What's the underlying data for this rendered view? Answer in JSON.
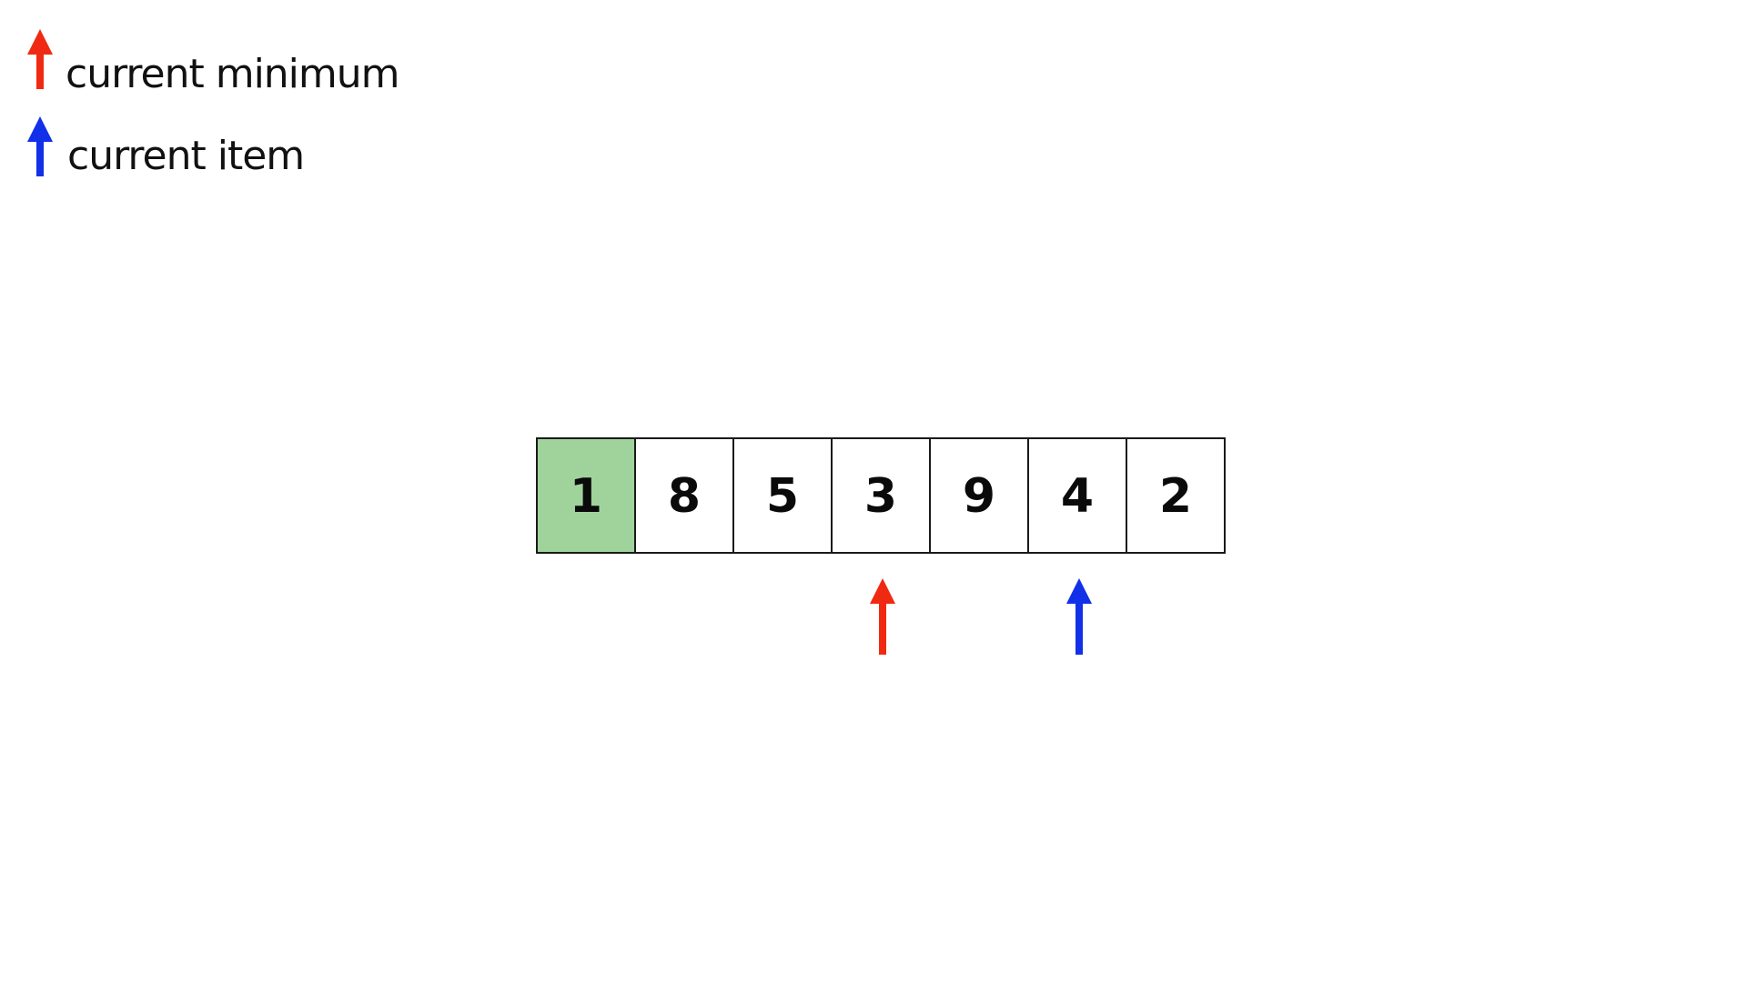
{
  "legend": {
    "items": [
      {
        "label": "current minimum",
        "color": "#f02a12",
        "icon": "arrow-up-icon"
      },
      {
        "label": "current item",
        "color": "#1230e8",
        "icon": "arrow-up-icon"
      }
    ]
  },
  "array": {
    "values": [
      "1",
      "8",
      "5",
      "3",
      "9",
      "4",
      "2"
    ],
    "sorted_count": 1,
    "sorted_color": "#9fd39b",
    "cell_color": "#ffffff",
    "border_color": "#1a1a1a"
  },
  "pointers": {
    "current_minimum_index": 3,
    "current_item_index": 5,
    "current_minimum_color": "#f02a12",
    "current_item_color": "#1230e8"
  }
}
